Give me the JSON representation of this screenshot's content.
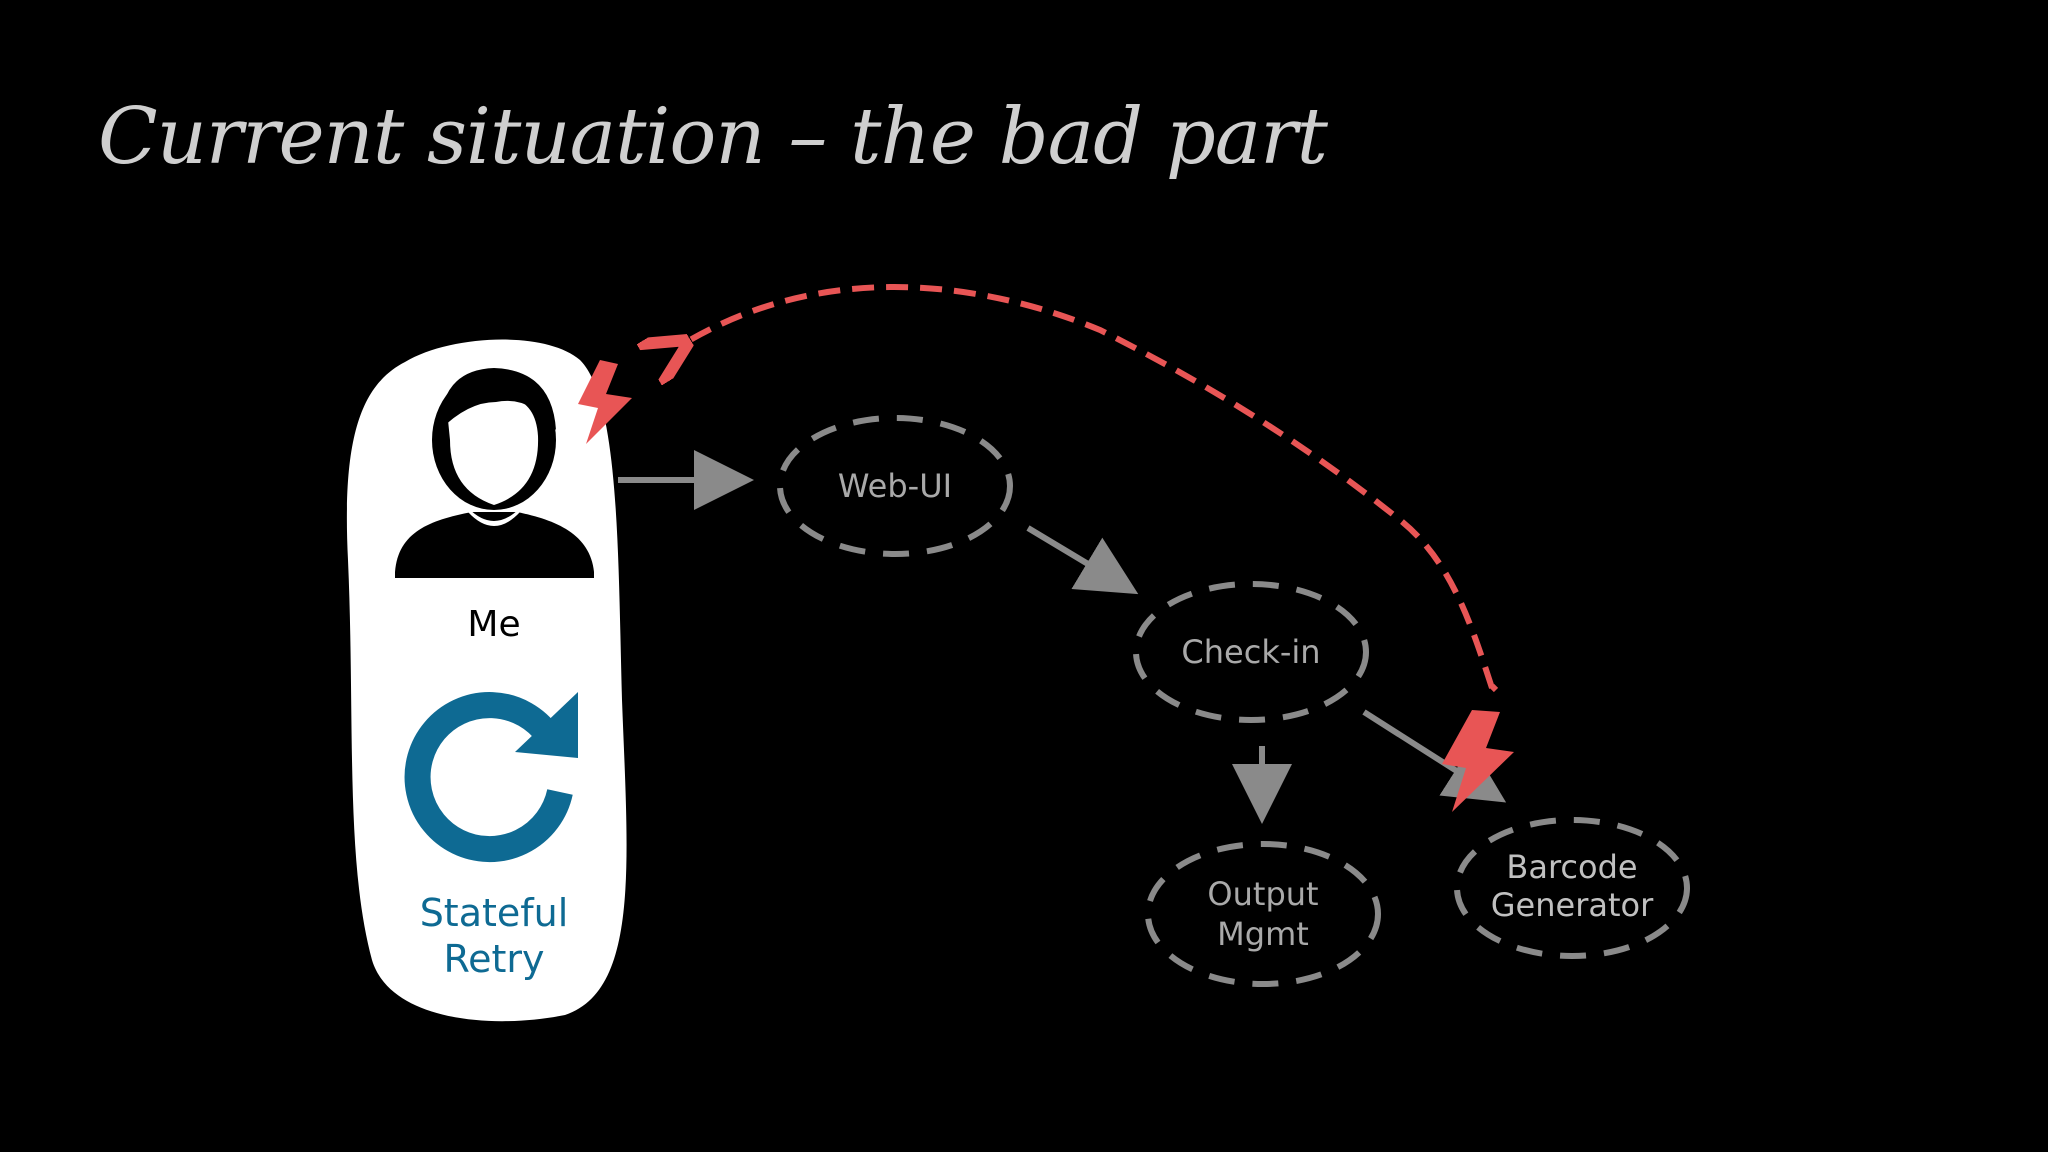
{
  "slide": {
    "title": "Current situation – the bad part"
  },
  "diagram": {
    "actor": {
      "label": "Me",
      "retry_label_line1": "Stateful",
      "retry_label_line2": "Retry",
      "icons": [
        "person-icon",
        "refresh-icon"
      ]
    },
    "nodes": {
      "web_ui": "Web-UI",
      "check_in": "Check-in",
      "output_line1": "Output",
      "output_line2": "Mgmt",
      "barcode_line1": "Barcode",
      "barcode_line2": "Generator"
    },
    "colors": {
      "background": "#000000",
      "node_stroke": "#8a8a8a",
      "node_text": "#a9a9a9",
      "arrow": "#8a8a8a",
      "failure_accent": "#e85555",
      "retry_blue": "#0e6a93",
      "panel": "#ffffff"
    }
  }
}
